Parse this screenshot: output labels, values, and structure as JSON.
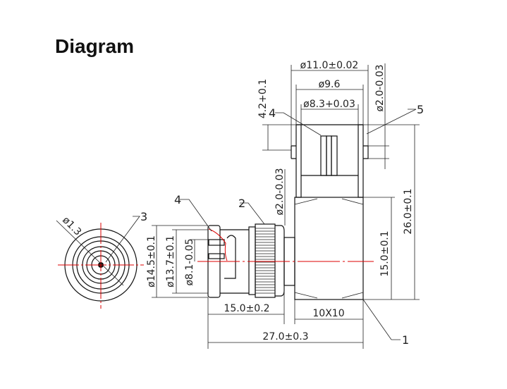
{
  "title": "Diagram",
  "dimensions": {
    "outer_dia": "ø11.0±0.02",
    "mid_dia": "ø9.6",
    "inner_dia": "ø8.3+0.03",
    "groove_height": "4.2+0.1",
    "groove_dia_right": "ø2.0-0.03",
    "groove_dia_left": "ø2.0-0.03",
    "total_height": "26.0±0.1",
    "body_height": "15.0±0.1",
    "body_size": "10X10",
    "plug_length": "15.0±0.2",
    "total_length": "27.0±0.3",
    "plug_dia": "ø14.5±0.1",
    "plug_inner_dia": "ø13.7±0.1",
    "insulator_dia": "ø8.1-0.05",
    "pin_dia": "ø1.3"
  },
  "callouts": {
    "c1": "1",
    "c2": "2",
    "c3": "3",
    "c4a": "4",
    "c4b": "4",
    "c5": "5"
  }
}
